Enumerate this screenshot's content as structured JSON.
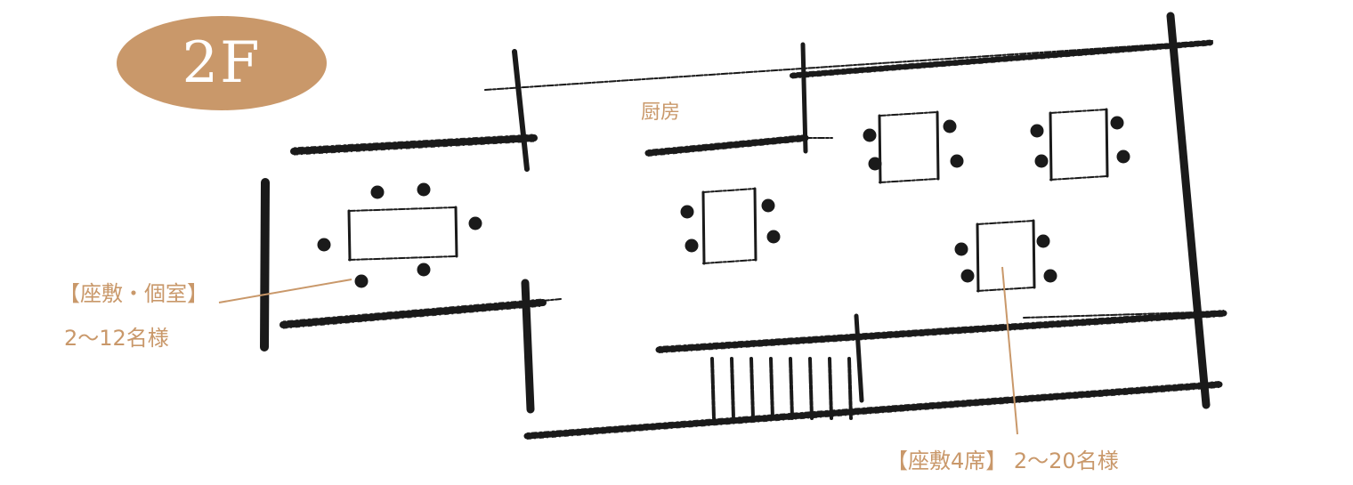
{
  "colors": {
    "accent": "#c9986a",
    "ink": "#1a1a1a",
    "badge_text": "#ffffff"
  },
  "floor_badge": {
    "label": "2F"
  },
  "rooms": {
    "kitchen": {
      "label": "厨房"
    },
    "private_room": {
      "title": "【座敷・個室】",
      "capacity": "2～12名様"
    },
    "tatami_area": {
      "label": "【座敷4席】 2～20名様"
    }
  }
}
